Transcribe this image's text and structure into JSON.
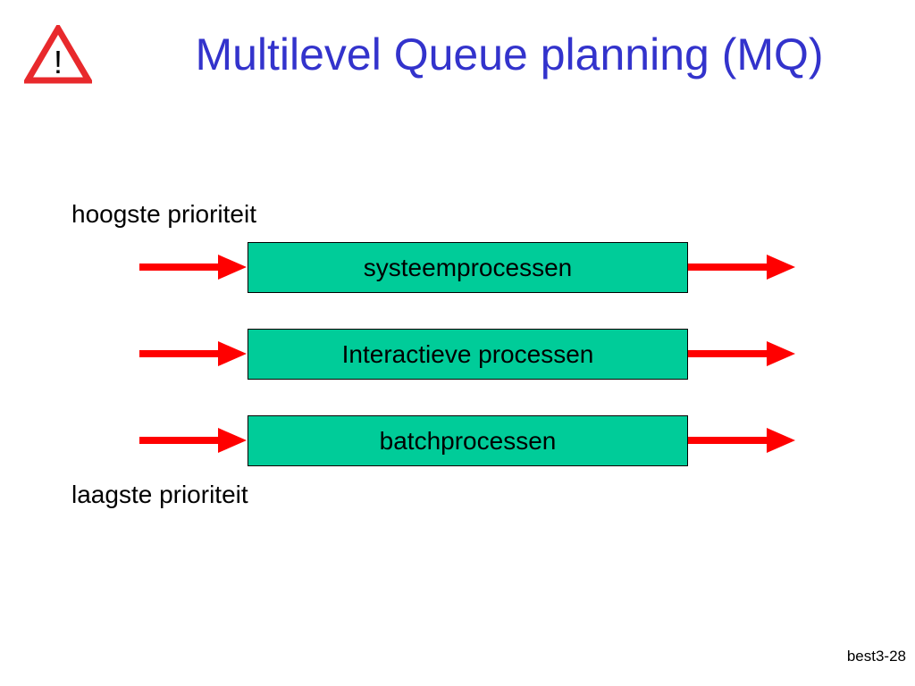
{
  "slide": {
    "title": "Multilevel Queue planning (MQ)",
    "warning_icon": "warning-triangle-icon",
    "priority_high_label": "hoogste prioriteit",
    "priority_low_label": "laagste prioriteit",
    "slide_number": "best3-28"
  },
  "queues": [
    {
      "label": "systeemprocessen"
    },
    {
      "label": "Interactieve processen"
    },
    {
      "label": "batchprocessen"
    }
  ],
  "colors": {
    "title": "#3333cc",
    "queue_fill": "#00cc99",
    "arrow": "#ff0000",
    "warning_border": "#e8292c"
  }
}
